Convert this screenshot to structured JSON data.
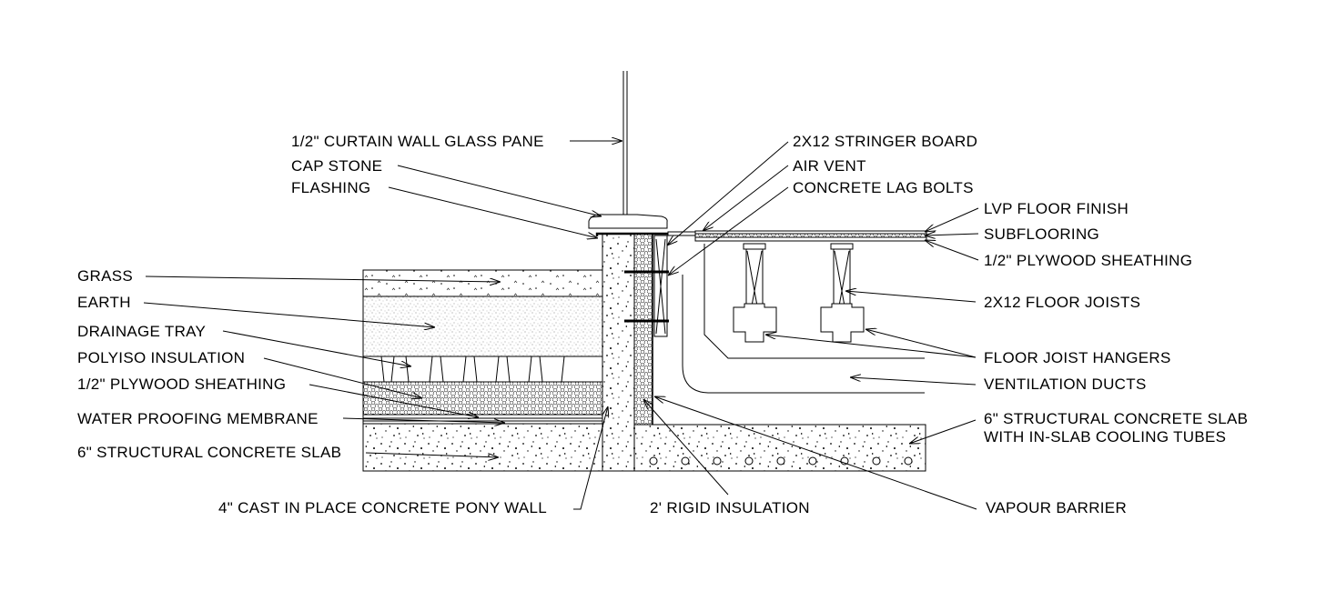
{
  "labels": {
    "glass_pane": "1/2\" CURTAIN WALL GLASS PANE",
    "cap_stone": "CAP STONE",
    "flashing": "FLASHING",
    "grass": "GRASS",
    "earth": "EARTH",
    "drainage_tray": "DRAINAGE TRAY",
    "polyiso": "POLYISO INSULATION",
    "plywood_left": "1/2\" PLYWOOD SHEATHING",
    "waterproofing": "WATER PROOFING MEMBRANE",
    "slab_left": "6\" STRUCTURAL CONCRETE SLAB",
    "pony_wall": "4\" CAST IN PLACE CONCRETE PONY WALL",
    "rigid_insulation": "2' RIGID INSULATION",
    "vapour_barrier": "VAPOUR BARRIER",
    "stringer": "2X12 STRINGER BOARD",
    "air_vent": "AIR VENT",
    "lag_bolts": "CONCRETE LAG BOLTS",
    "lvp": "LVP FLOOR FINISH",
    "subflooring": "SUBFLOORING",
    "plywood_right": "1/2\" PLYWOOD SHEATHING",
    "floor_joists": "2X12 FLOOR JOISTS",
    "joist_hangers": "FLOOR JOIST HANGERS",
    "ventilation": "VENTILATION DUCTS",
    "slab_right_1": "6\" STRUCTURAL CONCRETE SLAB",
    "slab_right_2": "WITH IN-SLAB COOLING TUBES"
  }
}
